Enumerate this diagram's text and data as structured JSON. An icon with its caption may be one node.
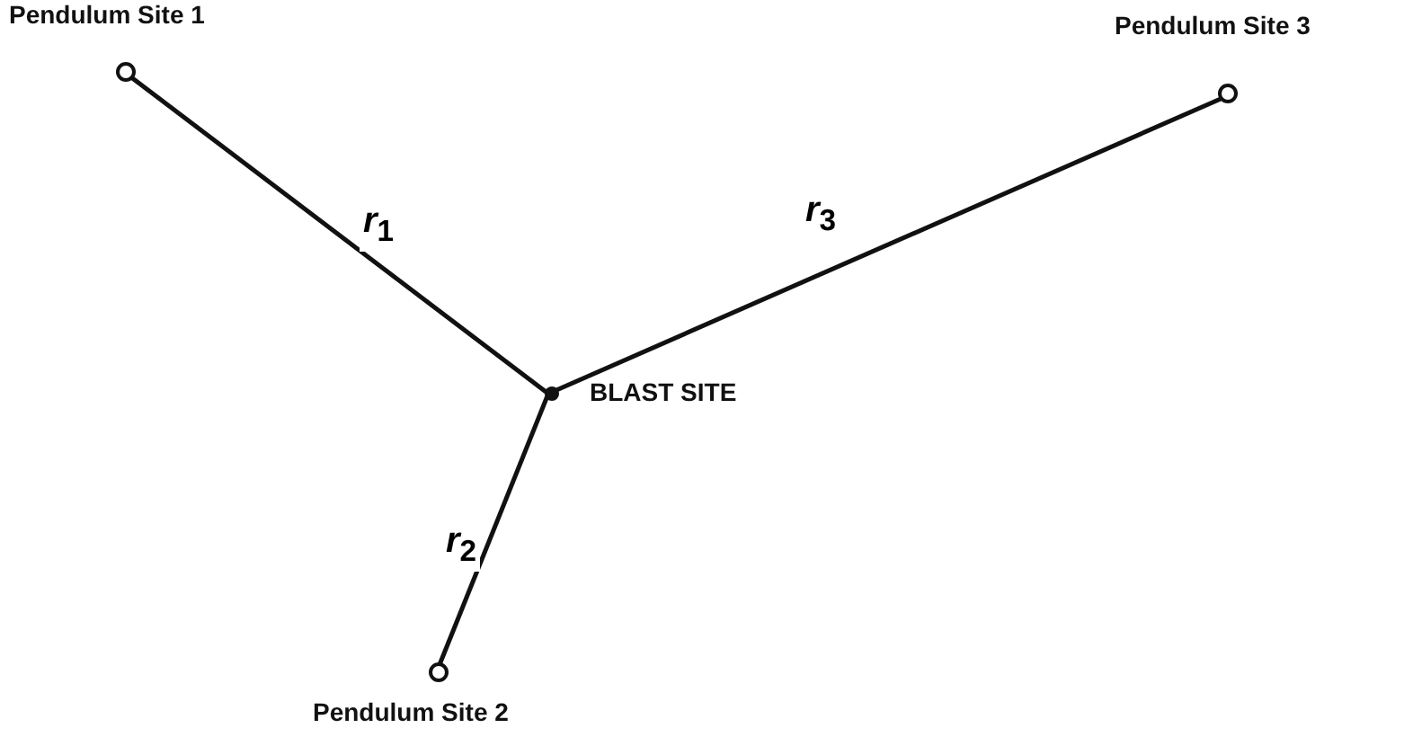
{
  "diagram": {
    "nodes": [
      {
        "text": [
          "Pendulum Site 1"
        ]
      },
      {
        "text": [
          "Pendulum Site 3"
        ]
      },
      {
        "text": [
          "BLAST SITE"
        ]
      },
      {
        "text": [
          "Pendulum Site 2"
        ]
      }
    ],
    "edges": [
      {
        "from": 0,
        "to": 2,
        "arrow": "none",
        "label": "*r*$_{1}$"
      },
      {
        "from": 2,
        "to": 1,
        "arrow": "none",
        "label": "*r*$_{3}$"
      },
      {
        "from": 2,
        "to": 3,
        "arrow": "none",
        "label": "*r*$_{2}$"
      }
    ]
  }
}
